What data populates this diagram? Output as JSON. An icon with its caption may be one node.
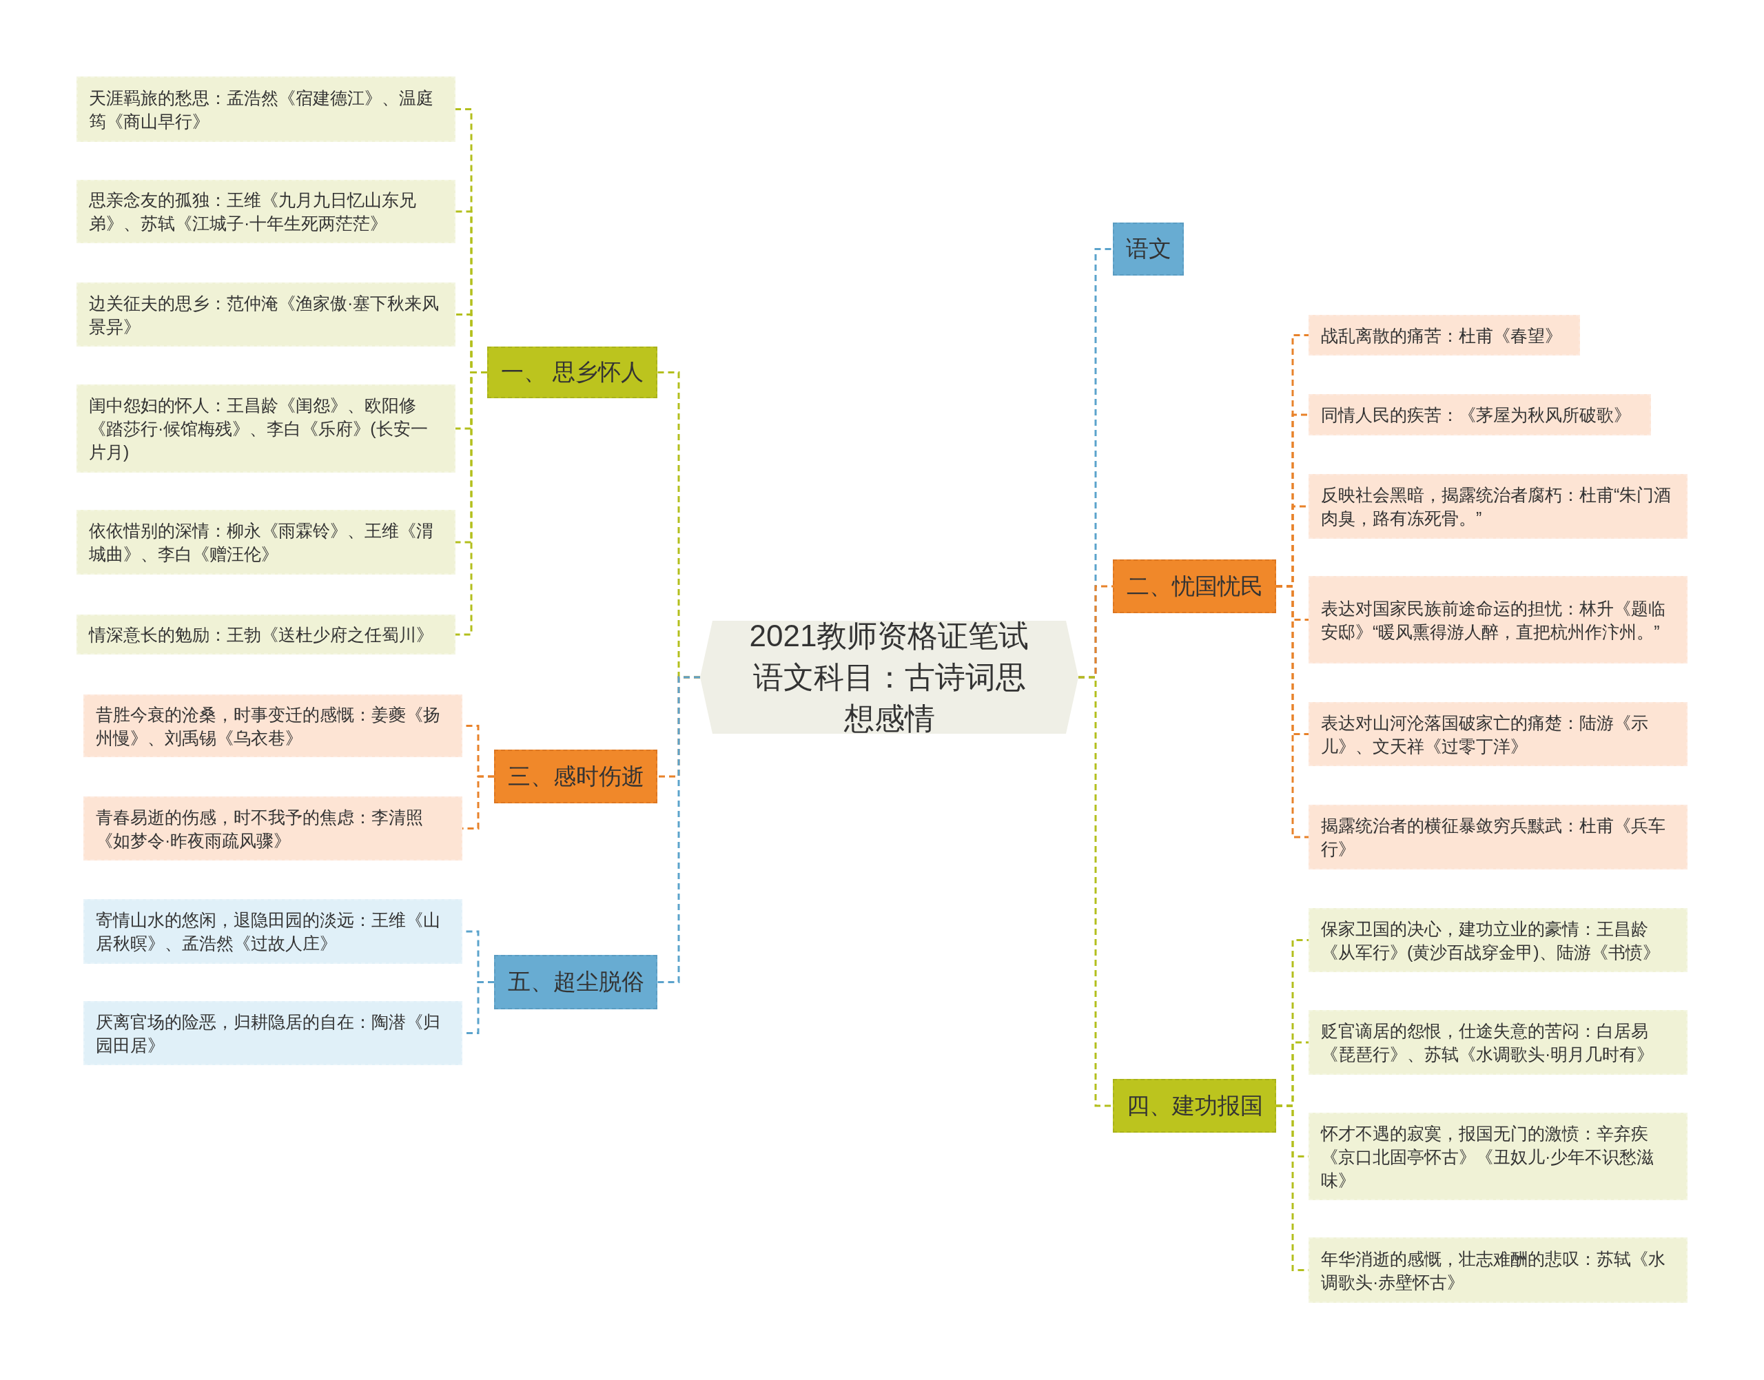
{
  "diagram": {
    "nodes": [
      {
        "text": [
          "2021教师资格证笔试语文科目：古诗词思想感情"
        ]
      },
      {
        "text": [
          "一、 思乡怀人"
        ]
      },
      {
        "text": [
          "天涯羁旅的愁思：孟浩然《宿建德江》、温庭筠《商山早行》"
        ]
      },
      {
        "text": [
          "思亲念友的孤独：王维《九月九日忆山东兄弟》、苏轼《江城子·十年生死两茫茫》"
        ]
      },
      {
        "text": [
          "边关征夫的思乡：范仲淹《渔家傲·塞下秋来风景异》"
        ]
      },
      {
        "text": [
          "闺中怨妇的怀人：王昌龄《闺怨》、欧阳修《踏莎行·候馆梅残》、李白《乐府》(长安一片月)"
        ]
      },
      {
        "text": [
          "依依惜别的深情：柳永《雨霖铃》、王维《渭城曲》、李白《赠汪伦》"
        ]
      },
      {
        "text": [
          "情深意长的勉励：王勃《送杜少府之任蜀川》"
        ]
      },
      {
        "text": [
          "三、感时伤逝"
        ]
      },
      {
        "text": [
          "昔胜今衰的沧桑，时事变迁的感慨：姜夔《扬州慢》、刘禹锡《乌衣巷》"
        ]
      },
      {
        "text": [
          "青春易逝的伤感，时不我予的焦虑：李清照《如梦令·昨夜雨疏风骤》"
        ]
      },
      {
        "text": [
          "五、超尘脱俗"
        ]
      },
      {
        "text": [
          "寄情山水的悠闲，退隐田园的淡远：王维《山居秋暝》、孟浩然《过故人庄》"
        ]
      },
      {
        "text": [
          "厌离官场的险恶，归耕隐居的自在：陶潜《归园田居》"
        ]
      },
      {
        "text": [
          "语文"
        ]
      },
      {
        "text": [
          "二、忧国忧民"
        ]
      },
      {
        "text": [
          "战乱离散的痛苦：杜甫《春望》"
        ]
      },
      {
        "text": [
          "同情人民的疾苦：《茅屋为秋风所破歌》"
        ]
      },
      {
        "text": [
          "反映社会黑暗，揭露统治者腐朽：杜甫“朱门酒肉臭，路有冻死骨。”"
        ]
      },
      {
        "text": [
          "表达对国家民族前途命运的担忧：林升《题临安邸》“暖风熏得游人醉，直把杭州作汴州。”"
        ]
      },
      {
        "text": [
          "表达对山河沦落国破家亡的痛楚：陆游《示儿》、文天祥《过零丁洋》"
        ]
      },
      {
        "text": [
          "揭露统治者的横征暴敛穷兵黩武：杜甫《兵车行》"
        ]
      },
      {
        "text": [
          "四、建功报国"
        ]
      },
      {
        "text": [
          "保家卫国的决心，建功立业的豪情：王昌龄《从军行》(黄沙百战穿金甲)、陆游《书愤》"
        ]
      },
      {
        "text": [
          "贬官谪居的怨恨，仕途失意的苦闷：白居易《琵琶行》、苏轼《水调歌头·明月几时有》"
        ]
      },
      {
        "text": [
          "怀才不遇的寂寞，报国无门的激愤：辛弃疾《京口北固亭怀古》《丑奴儿·少年不识愁滋味》"
        ]
      },
      {
        "text": [
          "年华消逝的感慨，壮志难酬的悲叹：苏轼《水调歌头·赤壁怀古》"
        ]
      }
    ],
    "edges": [
      {
        "from": 0,
        "to": 1,
        "arrow": "none",
        "color": "#b3bf1d"
      },
      {
        "from": 1,
        "to": 2,
        "arrow": "none",
        "color": "#b3bf1d"
      },
      {
        "from": 1,
        "to": 3,
        "arrow": "none",
        "color": "#b3bf1d"
      },
      {
        "from": 1,
        "to": 4,
        "arrow": "none",
        "color": "#b3bf1d"
      },
      {
        "from": 1,
        "to": 5,
        "arrow": "none",
        "color": "#b3bf1d"
      },
      {
        "from": 1,
        "to": 6,
        "arrow": "none",
        "color": "#b3bf1d"
      },
      {
        "from": 1,
        "to": 7,
        "arrow": "none",
        "color": "#b3bf1d"
      },
      {
        "from": 0,
        "to": 8,
        "arrow": "none",
        "color": "#e8822a"
      },
      {
        "from": 8,
        "to": 9,
        "arrow": "none",
        "color": "#e8822a"
      },
      {
        "from": 8,
        "to": 10,
        "arrow": "none",
        "color": "#e8822a"
      },
      {
        "from": 0,
        "to": 11,
        "arrow": "none",
        "color": "#5ba3cc"
      },
      {
        "from": 11,
        "to": 12,
        "arrow": "none",
        "color": "#5ba3cc"
      },
      {
        "from": 11,
        "to": 13,
        "arrow": "none",
        "color": "#5ba3cc"
      },
      {
        "from": 0,
        "to": 14,
        "arrow": "none",
        "color": "#5ba3cc"
      },
      {
        "from": 0,
        "to": 15,
        "arrow": "none",
        "color": "#e8822a"
      },
      {
        "from": 15,
        "to": 16,
        "arrow": "none",
        "color": "#e8822a"
      },
      {
        "from": 15,
        "to": 17,
        "arrow": "none",
        "color": "#e8822a"
      },
      {
        "from": 15,
        "to": 18,
        "arrow": "none",
        "color": "#e8822a"
      },
      {
        "from": 15,
        "to": 19,
        "arrow": "none",
        "color": "#e8822a"
      },
      {
        "from": 15,
        "to": 20,
        "arrow": "none",
        "color": "#e8822a"
      },
      {
        "from": 15,
        "to": 21,
        "arrow": "none",
        "color": "#e8822a"
      },
      {
        "from": 0,
        "to": 22,
        "arrow": "none",
        "color": "#b3bf1d"
      },
      {
        "from": 22,
        "to": 23,
        "arrow": "none",
        "color": "#b3bf1d"
      },
      {
        "from": 22,
        "to": 24,
        "arrow": "none",
        "color": "#b3bf1d"
      },
      {
        "from": 22,
        "to": 25,
        "arrow": "none",
        "color": "#b3bf1d"
      },
      {
        "from": 22,
        "to": 26,
        "arrow": "none",
        "color": "#b3bf1d"
      }
    ]
  }
}
